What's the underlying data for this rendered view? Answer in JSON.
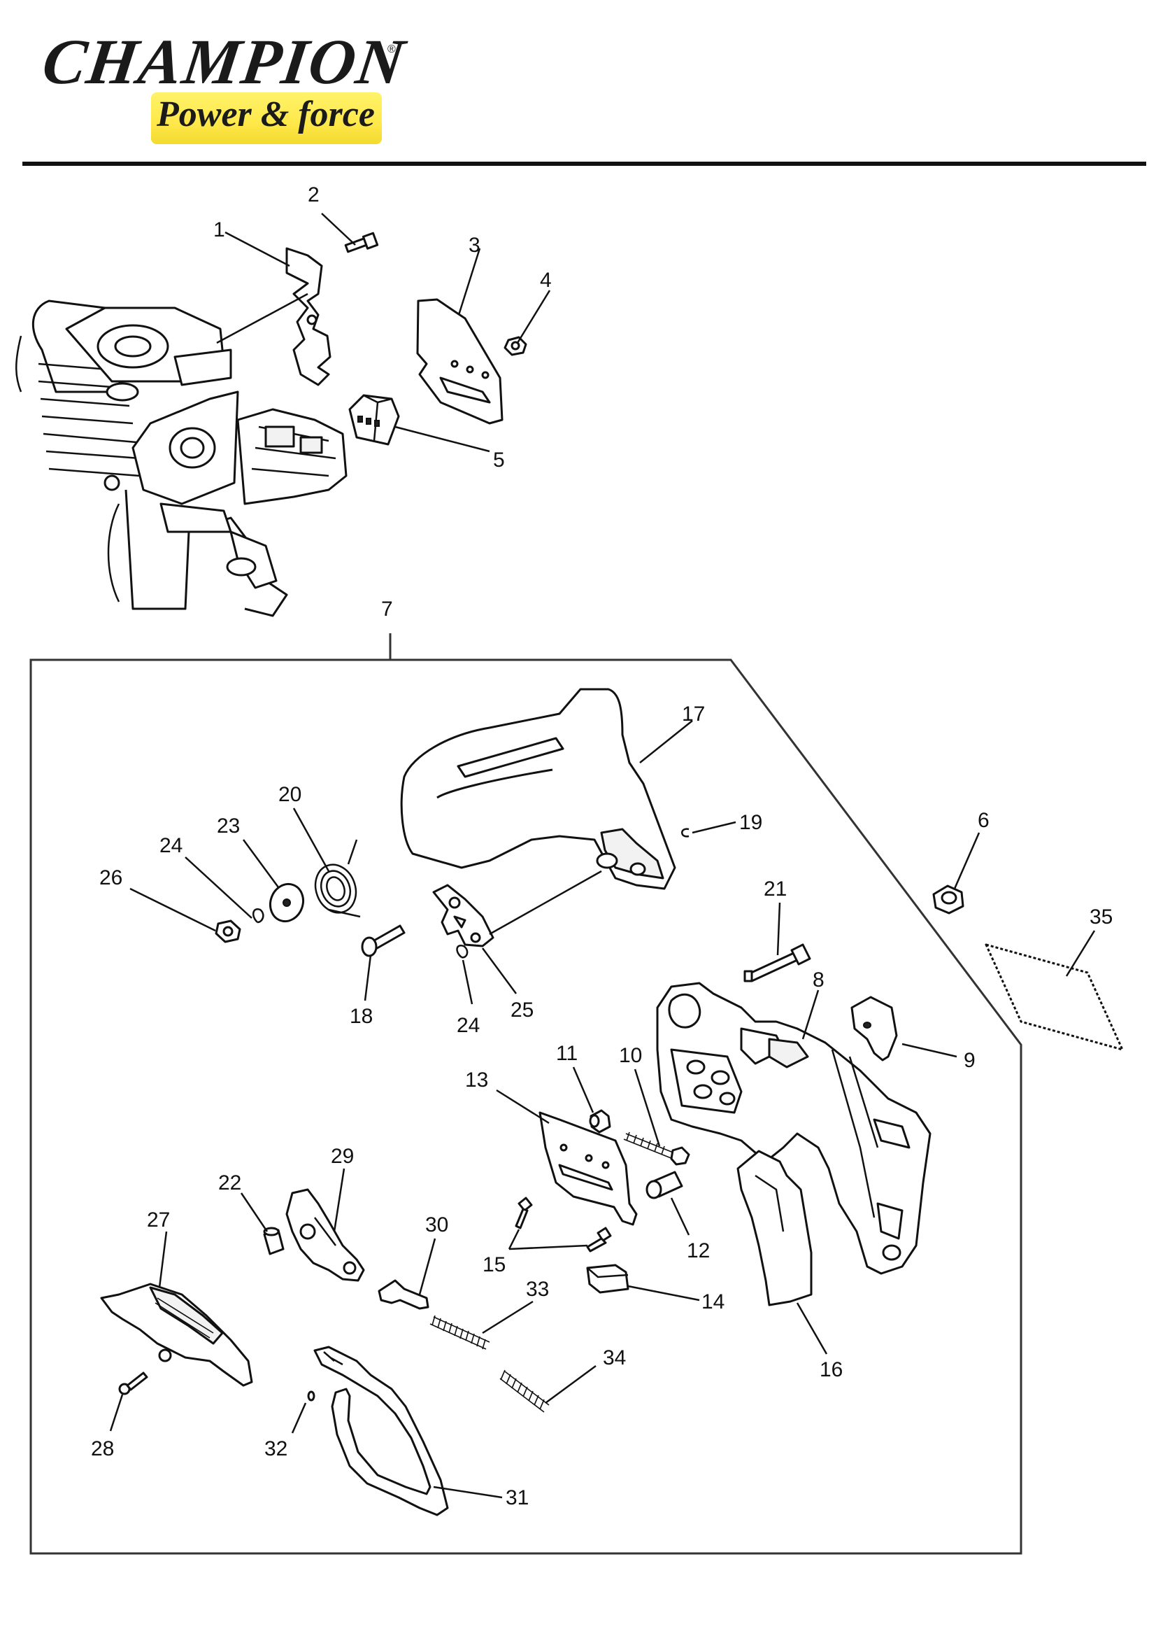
{
  "brand": {
    "name": "CHAMPION",
    "registered_mark": "®",
    "tagline": "Power & force"
  },
  "callouts": {
    "1": "1",
    "2": "2",
    "3": "3",
    "4": "4",
    "5": "5",
    "6": "6",
    "7": "7",
    "8": "8",
    "9": "9",
    "10": "10",
    "11": "11",
    "12": "12",
    "13": "13",
    "14": "14",
    "15": "15",
    "16": "16",
    "17": "17",
    "18": "18",
    "19": "19",
    "20": "20",
    "21": "21",
    "22": "22",
    "23": "23",
    "24a": "24",
    "24b": "24",
    "25": "25",
    "26": "26",
    "27": "27",
    "28": "28",
    "29": "29",
    "30": "30",
    "31": "31",
    "32": "32",
    "33": "33",
    "34": "34",
    "35": "35"
  }
}
